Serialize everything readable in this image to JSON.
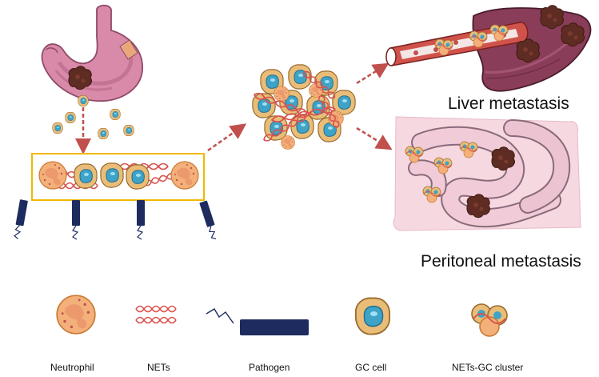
{
  "labels": {
    "liver": "Liver metastasis",
    "peritoneal": "Peritoneal  metastasis"
  },
  "legend": {
    "neutrophil": "Neutrophil",
    "nets": "NETs",
    "pathogen": "Pathogen",
    "gc_cell": "GC cell",
    "cluster": "NETs-GC cluster"
  },
  "colors": {
    "arrow": "#c0504d",
    "box_border": "#f0b800",
    "pathogen_body": "#1d2b5e",
    "net_strand": "#d9534f",
    "gc_cell_fill": "#e8b870",
    "gc_nucleus": "#3fa3c8",
    "neutrophil_fill": "#f3b07a",
    "stomach": "#d98aa8",
    "liver": "#8a3d58",
    "peritoneum_bg": "#f6d9e0",
    "vessel": "#d0534b"
  },
  "icons": [
    "stomach-icon",
    "tumor-icon",
    "blood-vessel-icon",
    "liver-icon",
    "intestine-icon",
    "arrow-icon"
  ]
}
